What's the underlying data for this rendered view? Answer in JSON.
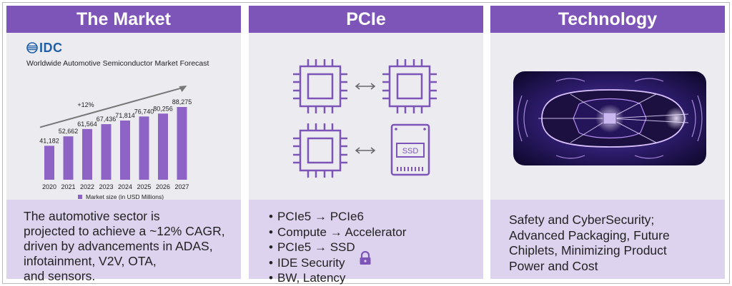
{
  "market": {
    "title": "The Market",
    "logo_text": "IDC",
    "chart_subtitle": "Worldwide Automotive Semiconductor Market Forecast",
    "summary_lines": [
      "The automotive sector is",
      "projected to achieve a ~12% CAGR,",
      "driven by advancements in ADAS,",
      "infotainment, V2V, OTA,",
      "and sensors."
    ]
  },
  "pcie": {
    "title": "PCIe",
    "ssd_label": "SSD",
    "bullets": [
      "PCIe5 → PCIe6",
      "Compute → Accelerator",
      "PCIe5 → SSD",
      "IDE Security",
      "BW, Latency"
    ]
  },
  "technology": {
    "title": "Technology",
    "summary_lines": [
      "Safety and CyberSecurity;",
      "Advanced Packaging, Future",
      "Chiplets, Minimizing Product",
      "Power and Cost"
    ]
  },
  "colors": {
    "accent": "#7d55b8",
    "bar": "#8e63c6",
    "panel_bg": "#ececf0",
    "text_panel_bg": "#ddd3ee"
  },
  "icons": [
    "idc-logo-icon",
    "chip-icon",
    "double-arrow-icon",
    "ssd-icon",
    "lock-icon",
    "car-icon"
  ],
  "chart_data": {
    "type": "bar",
    "title": "Worldwide Automotive Semiconductor Market Forecast",
    "categories": [
      "2020",
      "2021",
      "2022",
      "2023",
      "2024",
      "2025",
      "2026",
      "2027"
    ],
    "values": [
      41182,
      52662,
      61564,
      67436,
      71814,
      76740,
      80256,
      88275
    ],
    "value_labels": [
      "41,182",
      "52,662",
      "61,564",
      "67,436",
      "71,814",
      "76,740",
      "80,256",
      "88,275"
    ],
    "legend": "Market size (in USD Millions)",
    "legend_position": "bottom",
    "annotation": "+12%",
    "ylim": [
      0,
      95000
    ],
    "grid": false
  }
}
